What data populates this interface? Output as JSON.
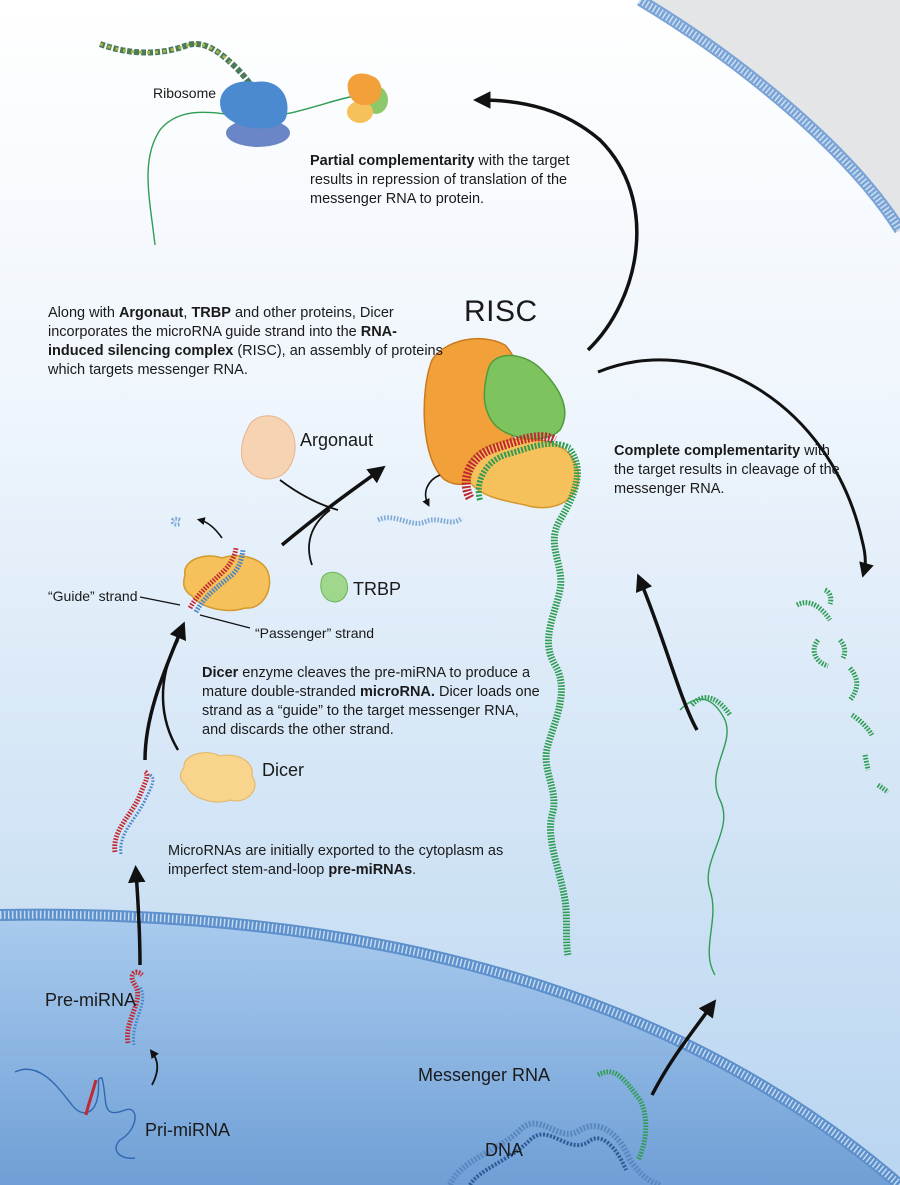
{
  "labels": {
    "ribosome": "Ribosome",
    "risc": "RISC",
    "argonaut": "Argonaut",
    "trbp": "TRBP",
    "dicer": "Dicer",
    "guide_strand": "“Guide” strand",
    "passenger_strand": "“Passenger” strand",
    "pre_mirna": "Pre-miRNA",
    "pri_mirna": "Pri-miRNA",
    "messenger_rna": "Messenger RNA",
    "dna": "DNA"
  },
  "captions": {
    "partial": [
      {
        "text": "Partial complementarity",
        "bold": true
      },
      {
        "text": " with the target results in repression of translation of the messenger RNA to protein.",
        "bold": false
      }
    ],
    "complete": [
      {
        "text": "Complete complementarity",
        "bold": true
      },
      {
        "text": " with the target results in cleavage of the messenger RNA.",
        "bold": false
      }
    ],
    "risc_intro": [
      {
        "text": "Along with ",
        "bold": false
      },
      {
        "text": "Argonaut",
        "bold": true
      },
      {
        "text": ", ",
        "bold": false
      },
      {
        "text": "TRBP",
        "bold": true
      },
      {
        "text": " and other proteins, Dicer incorporates the microRNA guide strand into the ",
        "bold": false
      },
      {
        "text": "RNA-induced silencing complex",
        "bold": true
      },
      {
        "text": " (RISC), an assembly of proteins which targets messenger RNA.",
        "bold": false
      }
    ],
    "dicer_step": [
      {
        "text": "Dicer",
        "bold": true
      },
      {
        "text": " enzyme cleaves the pre-miRNA to produce a mature double-stranded ",
        "bold": false
      },
      {
        "text": "microRNA.",
        "bold": true
      },
      {
        "text": " Dicer loads one strand as a “guide” to the target messenger RNA, and discards the other strand.",
        "bold": false
      }
    ],
    "export_step": [
      {
        "text": "MicroRNAs are initially exported to the cytoplasm as imperfect stem-and-loop ",
        "bold": false
      },
      {
        "text": "pre-miRNAs",
        "bold": true
      },
      {
        "text": ".",
        "bold": false
      }
    ]
  },
  "colors": {
    "cytoplasm": "#c6def3",
    "nucleus": "#8fbbe6",
    "membrane": "#6c98cf",
    "dicer": "#f6c15a",
    "argonaut_orange": "#f2a03a",
    "risc_green": "#7dc45e",
    "mrna_green": "#2f9d54",
    "mirna_red": "#c0292f",
    "mirna_blue": "#4a86c4",
    "ribosome_blue": "#4b8ad0",
    "arrow": "#111111"
  }
}
